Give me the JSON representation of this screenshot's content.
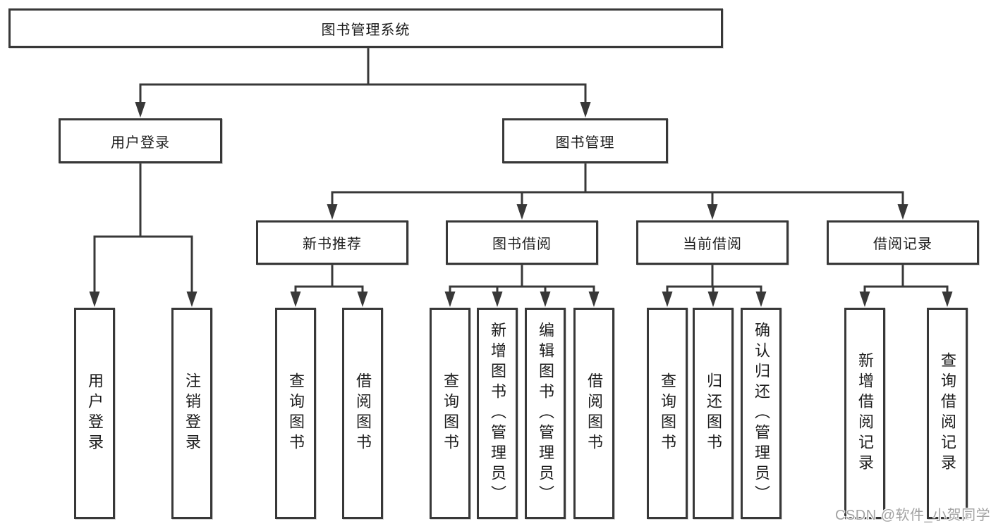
{
  "diagram": {
    "title": "图书管理系统",
    "root": {
      "label": "图书管理系统"
    },
    "level2": [
      {
        "label": "用户登录"
      },
      {
        "label": "图书管理"
      }
    ],
    "level3": [
      {
        "label": "新书推荐",
        "parent": "图书管理"
      },
      {
        "label": "图书借阅",
        "parent": "图书管理"
      },
      {
        "label": "当前借阅",
        "parent": "图书管理"
      },
      {
        "label": "借阅记录",
        "parent": "图书管理"
      }
    ],
    "leaves": [
      {
        "label": "用户登录",
        "parent": "用户登录"
      },
      {
        "label": "注销登录",
        "parent": "用户登录"
      },
      {
        "label": "查询图书",
        "parent": "新书推荐"
      },
      {
        "label": "借阅图书",
        "parent": "新书推荐"
      },
      {
        "label": "查询图书",
        "parent": "图书借阅"
      },
      {
        "label": "新增图书（管理员）",
        "parent": "图书借阅"
      },
      {
        "label": "编辑图书（管理员）",
        "parent": "图书借阅"
      },
      {
        "label": "借阅图书",
        "parent": "图书借阅"
      },
      {
        "label": "查询图书",
        "parent": "当前借阅"
      },
      {
        "label": "归还图书",
        "parent": "当前借阅"
      },
      {
        "label": "确认归还（管理员）",
        "parent": "当前借阅"
      },
      {
        "label": "新增借阅记录",
        "parent": "借阅记录"
      },
      {
        "label": "查询借阅记录",
        "parent": "借阅记录"
      }
    ]
  },
  "watermark": {
    "text": "CSDN @软件_小贺同学"
  },
  "colors": {
    "line": "#383838",
    "text": "#1c1c1c",
    "box_background": "#ffffff",
    "watermark": "#a3a3a3",
    "background": "#ffffff"
  }
}
